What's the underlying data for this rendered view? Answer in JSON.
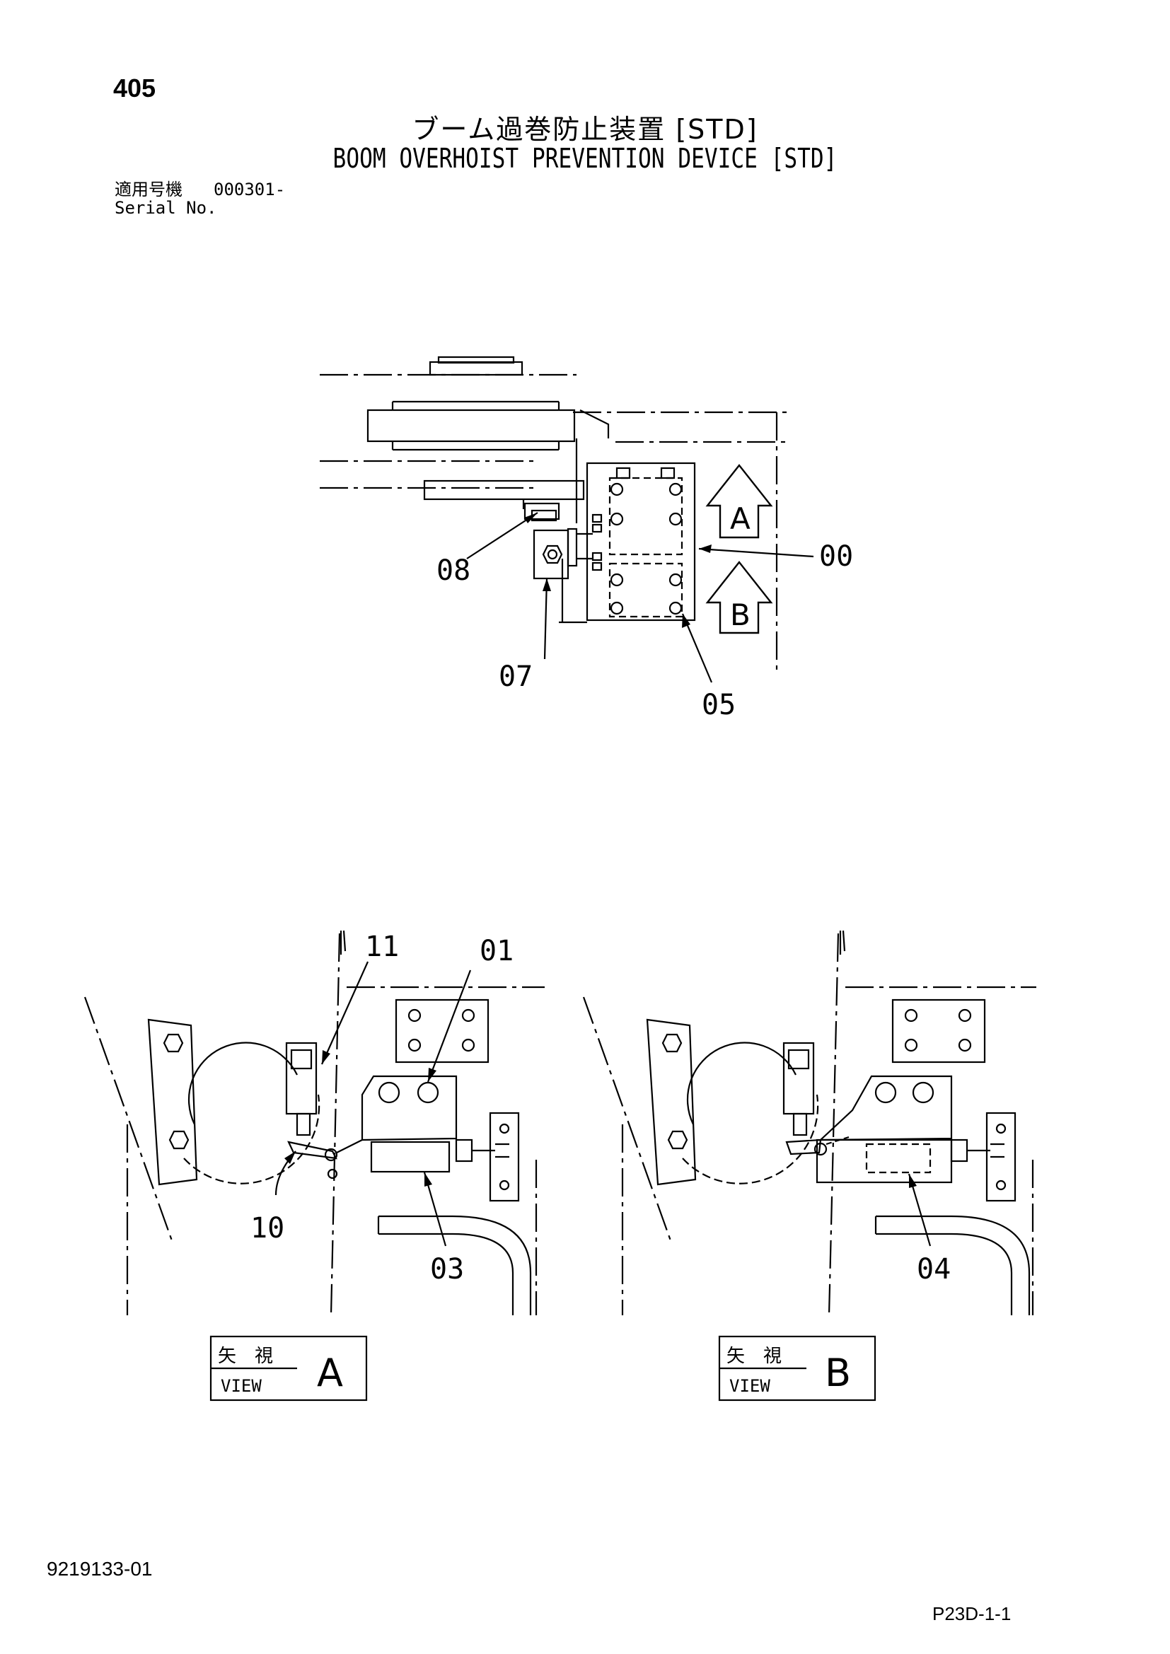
{
  "page": {
    "number": "405",
    "title_jp": "ブーム過巻防止装置 [STD]",
    "title_en": "BOOM OVERHOIST PREVENTION DEVICE [STD]",
    "serial_label_jp": "適用号機",
    "serial_value": "000301-",
    "serial_label_en": "Serial No.",
    "doc_number": "9219133-01",
    "page_ref": "P23D-1-1"
  },
  "callouts": {
    "c00": "00",
    "c05": "05",
    "c07": "07",
    "c08": "08",
    "c01": "01",
    "c11": "11",
    "c10": "10",
    "c03": "03",
    "c04": "04"
  },
  "arrows": {
    "a": "A",
    "b": "B"
  },
  "views": {
    "a": {
      "jp": "矢　視",
      "en": "VIEW",
      "letter": "A"
    },
    "b": {
      "jp": "矢　視",
      "en": "VIEW",
      "letter": "B"
    }
  }
}
